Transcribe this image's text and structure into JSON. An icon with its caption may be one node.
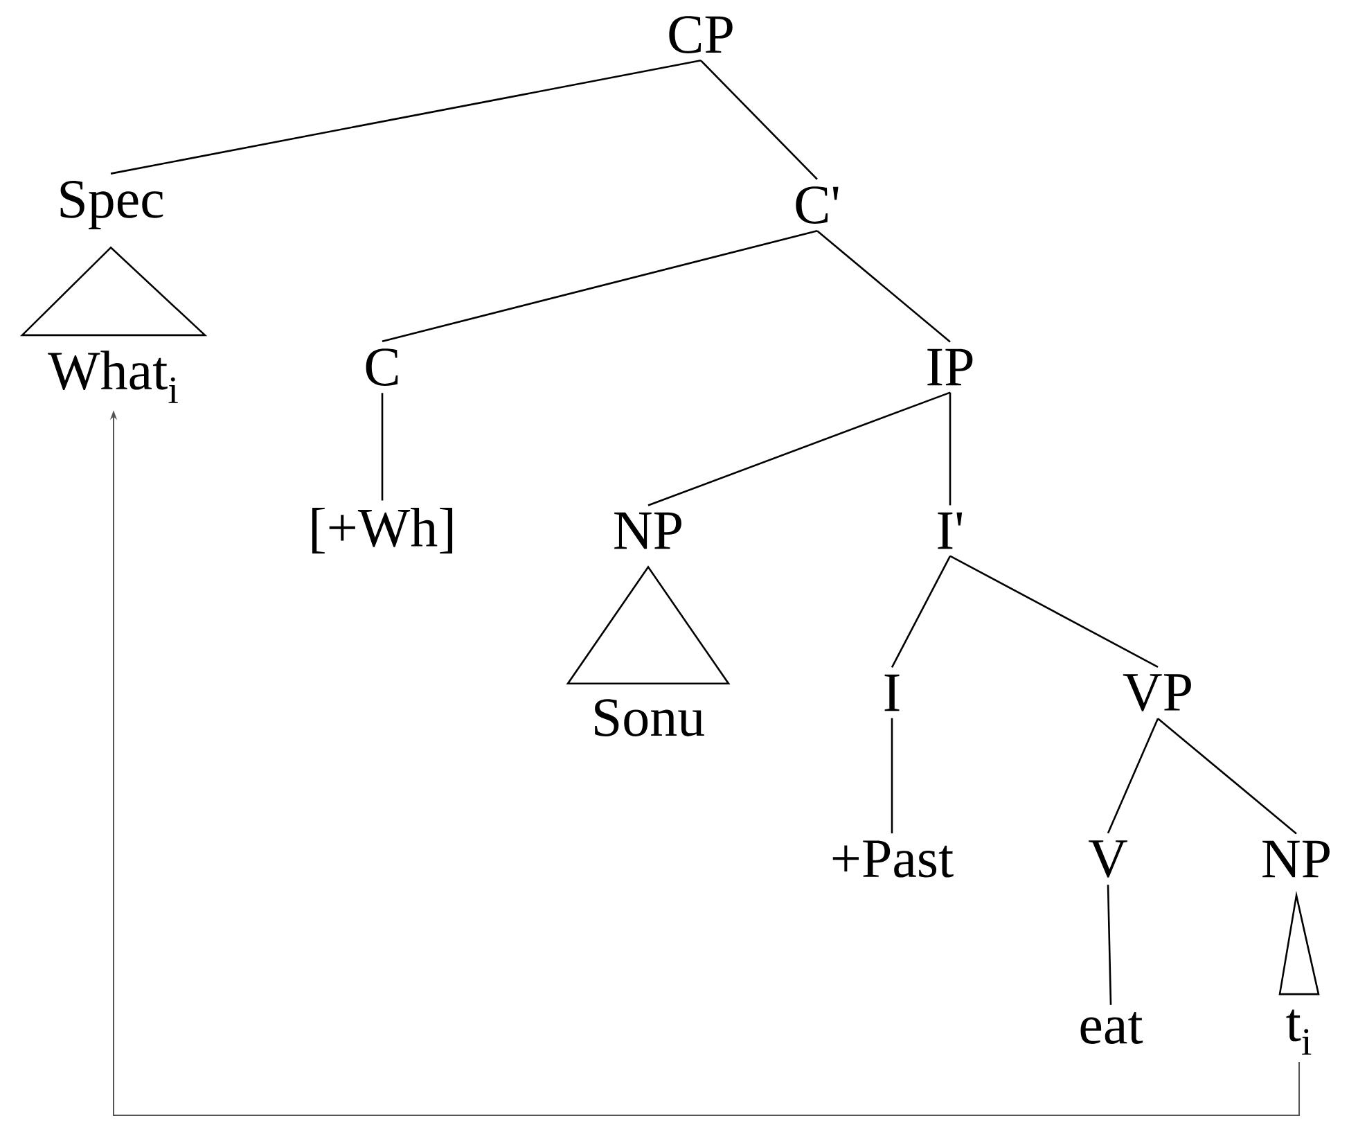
{
  "diagram": {
    "nodes": [
      {
        "text": [
          "CP"
        ]
      },
      {
        "text": [
          "Spec"
        ]
      },
      {
        "text": [
          "C'"
        ]
      },
      {
        "text": [
          "What$_{i}$"
        ]
      },
      {
        "text": [
          "C"
        ]
      },
      {
        "text": [
          "IP"
        ]
      },
      {
        "text": [
          "[+Wh]"
        ]
      },
      {
        "text": [
          "NP"
        ]
      },
      {
        "text": [
          "I'"
        ]
      },
      {
        "text": [
          "Sonu"
        ]
      },
      {
        "text": [
          "I"
        ]
      },
      {
        "text": [
          "VP"
        ]
      },
      {
        "text": [
          "+Past"
        ]
      },
      {
        "text": [
          "V"
        ]
      },
      {
        "text": [
          "NP"
        ]
      },
      {
        "text": [
          "eat"
        ]
      },
      {
        "text": [
          "t$_{i}$"
        ]
      }
    ],
    "edges": [
      {
        "from": 0,
        "to": 1,
        "arrow": "none"
      },
      {
        "from": 0,
        "to": 2,
        "arrow": "none"
      },
      {
        "from": 1,
        "to": 3,
        "arrow": "none"
      },
      {
        "from": 2,
        "to": 4,
        "arrow": "none"
      },
      {
        "from": 2,
        "to": 5,
        "arrow": "none"
      },
      {
        "from": 4,
        "to": 6,
        "arrow": "none"
      },
      {
        "from": 5,
        "to": 7,
        "arrow": "none"
      },
      {
        "from": 5,
        "to": 8,
        "arrow": "none"
      },
      {
        "from": 7,
        "to": 9,
        "arrow": "none"
      },
      {
        "from": 8,
        "to": 10,
        "arrow": "none"
      },
      {
        "from": 8,
        "to": 11,
        "arrow": "none"
      },
      {
        "from": 10,
        "to": 12,
        "arrow": "none"
      },
      {
        "from": 11,
        "to": 13,
        "arrow": "none"
      },
      {
        "from": 11,
        "to": 14,
        "arrow": "none"
      },
      {
        "from": 13,
        "to": 15,
        "arrow": "none"
      },
      {
        "from": 14,
        "to": 16,
        "arrow": "none"
      },
      {
        "from": 16,
        "to": 3,
        "arrow": "to",
        "color": "#555555"
      }
    ]
  }
}
